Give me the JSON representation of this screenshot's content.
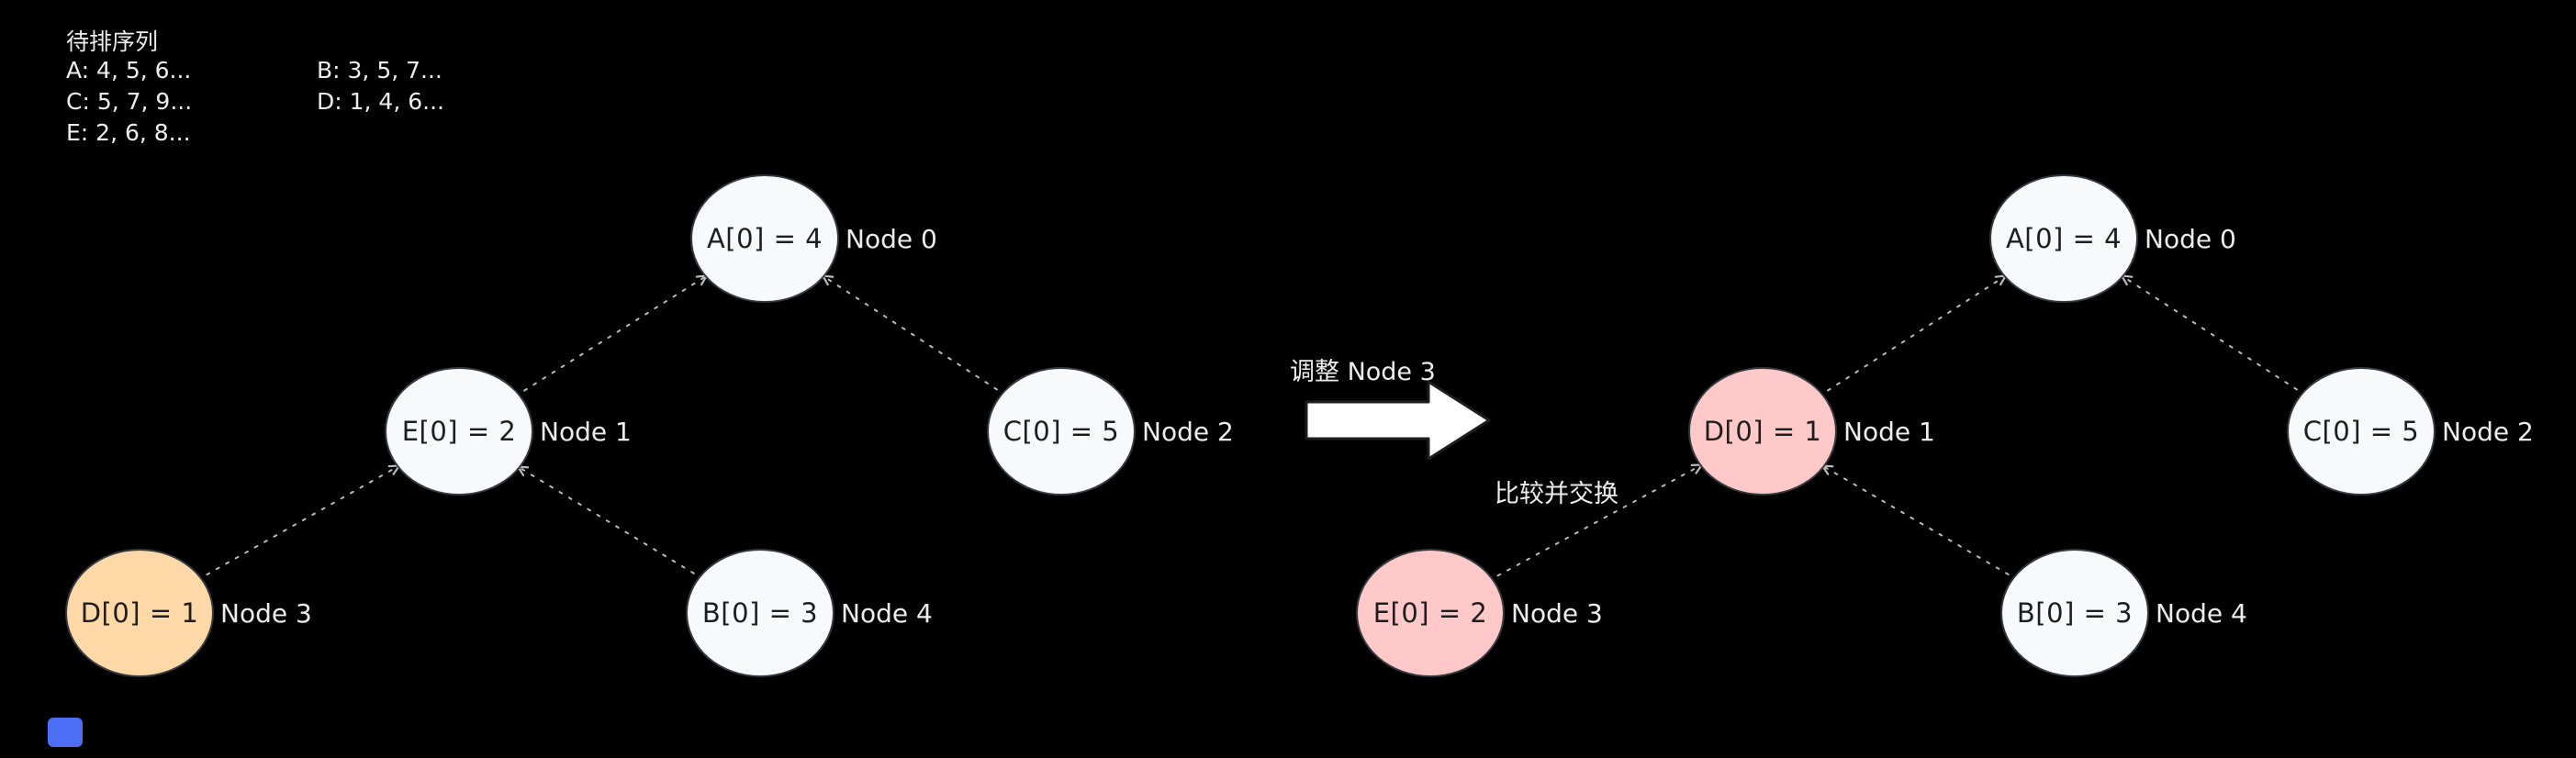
{
  "legend": {
    "title": "待排序列",
    "items": [
      "A: 4, 5, 6...",
      "B: 3, 5, 7...",
      "C: 5, 7, 9...",
      "D: 1, 4, 6...",
      "E: 2, 6, 8..."
    ]
  },
  "left_tree": {
    "nodes": [
      {
        "value": "A[0] = 4",
        "label": "Node 0",
        "fill": "#f8f9fa"
      },
      {
        "value": "E[0] = 2",
        "label": "Node 1",
        "fill": "#f8f9fa"
      },
      {
        "value": "C[0] = 5",
        "label": "Node 2",
        "fill": "#f8f9fa"
      },
      {
        "value": "D[0] = 1",
        "label": "Node 3",
        "fill": "#ffd8a8"
      },
      {
        "value": "B[0] = 3",
        "label": "Node 4",
        "fill": "#f8f9fa"
      }
    ]
  },
  "right_tree": {
    "nodes": [
      {
        "value": "A[0] = 4",
        "label": "Node 0",
        "fill": "#f8f9fa"
      },
      {
        "value": "D[0] = 1",
        "label": "Node 1",
        "fill": "#ffc9c9"
      },
      {
        "value": "C[0] = 5",
        "label": "Node 2",
        "fill": "#f8f9fa"
      },
      {
        "value": "E[0] = 2",
        "label": "Node 3",
        "fill": "#ffc9c9"
      },
      {
        "value": "B[0] = 3",
        "label": "Node 4",
        "fill": "#f8f9fa"
      }
    ]
  },
  "annotations": {
    "arrow_label": "调整 Node 3",
    "swap_label": "比较并交换"
  },
  "colors": {
    "background": "#000000",
    "node_default": "#f8f9fa",
    "node_highlight_orange": "#ffd8a8",
    "node_highlight_pink": "#ffc9c9",
    "node_outline": "#343a40",
    "node_text": "#1e1e1e",
    "background_text": "#ededed",
    "edge": "#bbbbbb",
    "transform_arrow_fill": "#ffffff",
    "blue_indicator": "#4c6ef5"
  }
}
